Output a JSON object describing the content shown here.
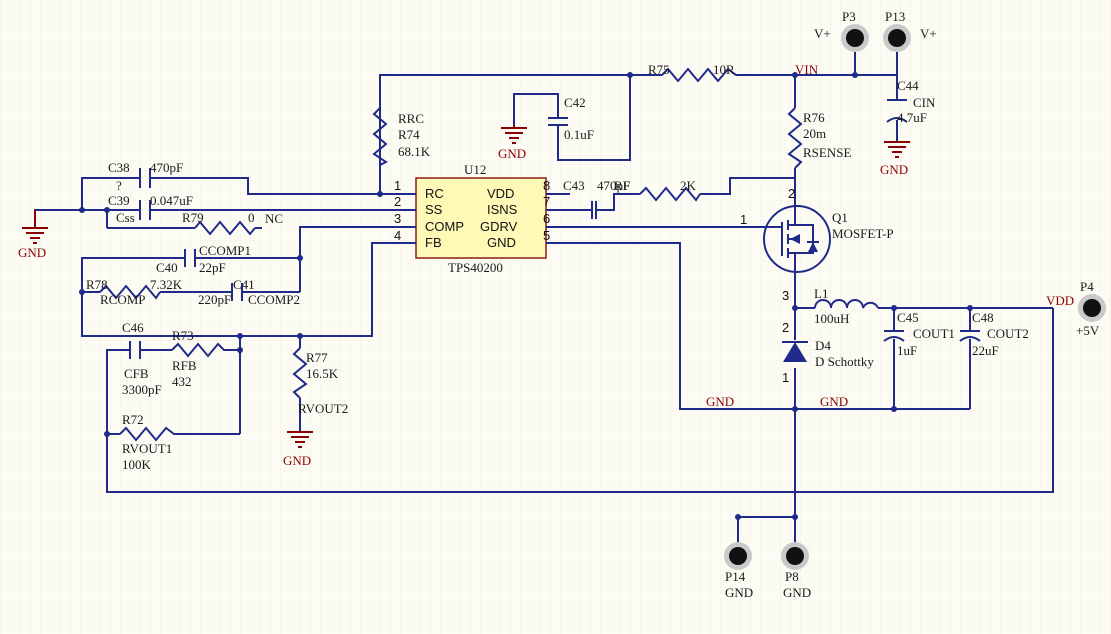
{
  "colors": {
    "background": "#fdfcf4",
    "wire": "#1f2a8a",
    "net_label": "#8b0000",
    "ic_fill": "#fff9b8"
  },
  "ic": {
    "designator": "U12",
    "part": "TPS40200",
    "left_pins": [
      {
        "num": "1",
        "name": "RC"
      },
      {
        "num": "2",
        "name": "SS"
      },
      {
        "num": "3",
        "name": "COMP"
      },
      {
        "num": "4",
        "name": "FB"
      }
    ],
    "right_pins": [
      {
        "num": "8",
        "name": "VDD"
      },
      {
        "num": "7",
        "name": "ISNS"
      },
      {
        "num": "6",
        "name": "GDRV"
      },
      {
        "num": "5",
        "name": "GND"
      }
    ]
  },
  "components": {
    "c38": {
      "designator": "C38",
      "value": "470pF",
      "comment": "?"
    },
    "c39": {
      "designator": "C39",
      "value": "0.047uF",
      "comment": "Css"
    },
    "r79": {
      "designator": "R79",
      "value": "0",
      "nc": "NC"
    },
    "rrc": {
      "comment": "RRC",
      "designator": "R74",
      "value": "68.1K"
    },
    "c42": {
      "designator": "C42",
      "value": "0.1uF"
    },
    "r75": {
      "designator": "R75",
      "value": "10R"
    },
    "c43": {
      "designator": "C43",
      "value": "470pF"
    },
    "rf": {
      "designator": "RF",
      "value": "2K"
    },
    "r76": {
      "designator": "R76",
      "value": "20m",
      "comment": "RSENSE"
    },
    "c44": {
      "designator": "C44",
      "comment": "CIN",
      "value": "4.7uF"
    },
    "q1": {
      "designator": "Q1",
      "comment": "MOSFET-P",
      "pin_gate": "1",
      "pin_source": "2",
      "pin_drain": "3"
    },
    "c40": {
      "designator": "C40",
      "comment": "CCOMP1",
      "value": "22pF"
    },
    "r78": {
      "designator": "R78",
      "comment": "RCOMP",
      "value": "7.32K"
    },
    "c41": {
      "designator": "C41",
      "comment": "CCOMP2",
      "value": "220pF"
    },
    "c46": {
      "designator": "C46",
      "comment": "CFB",
      "value": "3300pF"
    },
    "r73": {
      "designator": "R73",
      "comment": "RFB",
      "value": "432"
    },
    "r77": {
      "designator": "R77",
      "value": "16.5K",
      "comment": "RVOUT2"
    },
    "r72": {
      "designator": "R72",
      "comment": "RVOUT1",
      "value": "100K"
    },
    "l1": {
      "designator": "L1",
      "value": "100uH"
    },
    "d4": {
      "designator": "D4",
      "comment": "D Schottky",
      "pin_k": "2",
      "pin_a": "1"
    },
    "c45": {
      "designator": "C45",
      "comment": "COUT1",
      "value": "1uF"
    },
    "c48": {
      "designator": "C48",
      "comment": "COUT2",
      "value": "22uF"
    }
  },
  "ports": {
    "p3": {
      "designator": "P3",
      "net": "V+"
    },
    "p13": {
      "designator": "P13",
      "net": "V+"
    },
    "p4": {
      "designator": "P4",
      "net": "+5V"
    },
    "p14": {
      "designator": "P14",
      "net": "GND"
    },
    "p8": {
      "designator": "P8",
      "net": "GND"
    }
  },
  "nets": {
    "vin": "VIN",
    "vdd": "VDD",
    "gnd": "GND"
  }
}
